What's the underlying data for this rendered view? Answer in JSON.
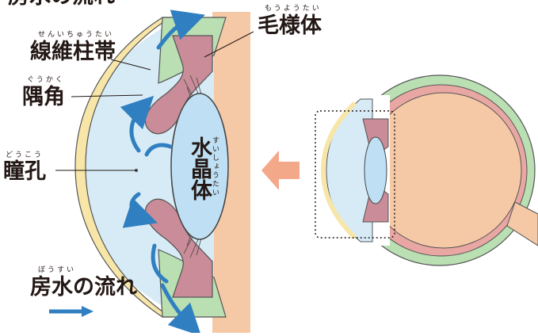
{
  "title_fragment": "房水の流れ",
  "labels": {
    "ciliary_body": {
      "text": "毛様体",
      "reading": "もうようたい"
    },
    "zonule": {
      "text": "線維柱帯",
      "reading": "せんいちゅうたい"
    },
    "angle": {
      "text": "隅角",
      "reading": "ぐうかく"
    },
    "pupil": {
      "text": "瞳孔",
      "reading": "どうこう"
    },
    "lens": {
      "text": "水晶体",
      "reading": "すいしょうたい"
    }
  },
  "legend": {
    "text": "房水の流れ",
    "reading": "ぼうすい",
    "icon": "blue-right-arrow"
  },
  "colors": {
    "cornea": "#d7ebf6",
    "cornea_rim": "#f7e6a8",
    "iris": "#c98c98",
    "sclera": "#b9dfb2",
    "retina": "#e9a7a3",
    "vitreous": "#f6c9a6",
    "lens": "#bfe0f4",
    "flow": "#2f7fc1",
    "pointer_arrow": "#f4a88a"
  }
}
